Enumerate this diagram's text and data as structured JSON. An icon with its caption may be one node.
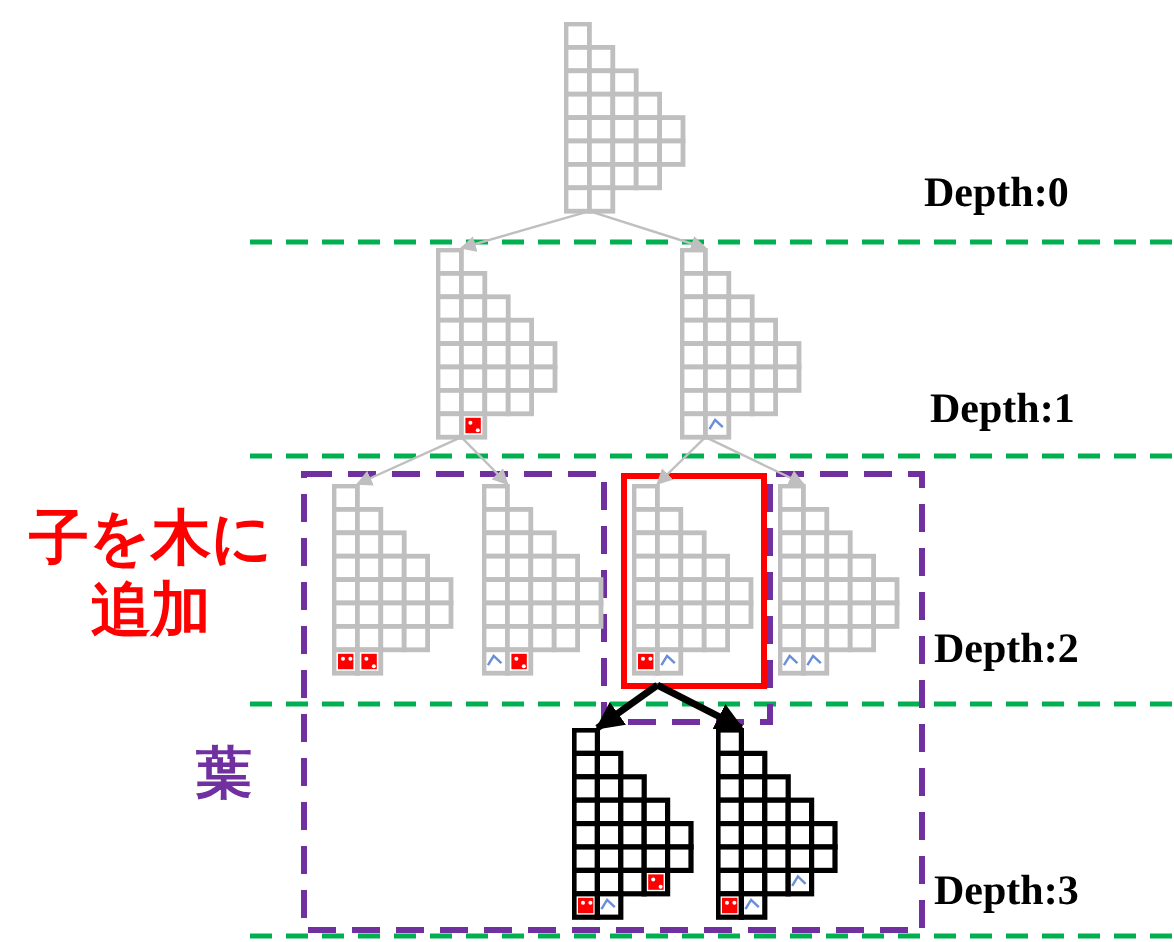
{
  "diagram": {
    "nodes": [
      {
        "text": [],
        "shape": "grid"
      },
      {
        "text": [],
        "shape": "grid"
      },
      {
        "text": [],
        "shape": "grid"
      },
      {
        "text": [],
        "shape": "grid"
      },
      {
        "text": [],
        "shape": "grid"
      },
      {
        "text": [],
        "shape": "grid"
      },
      {
        "text": [],
        "shape": "grid"
      },
      {
        "text": [],
        "shape": "grid"
      },
      {
        "text": [],
        "shape": "grid"
      }
    ],
    "edges": [
      {
        "from": 0,
        "to": 1,
        "arrow": "to"
      },
      {
        "from": 0,
        "to": 2,
        "arrow": "to"
      },
      {
        "from": 1,
        "to": 3,
        "arrow": "to"
      },
      {
        "from": 1,
        "to": 4,
        "arrow": "to"
      },
      {
        "from": 2,
        "to": 5,
        "arrow": "to"
      },
      {
        "from": 2,
        "to": 6,
        "arrow": "to"
      },
      {
        "from": 5,
        "to": 7,
        "arrow": "to",
        "style": "thick",
        "color": "#000000"
      },
      {
        "from": 5,
        "to": 8,
        "arrow": "to",
        "style": "thick",
        "color": "#000000"
      }
    ],
    "labels": [
      "Depth:0",
      "Depth:1",
      "子を木に追加",
      "Depth:2",
      "葉",
      "Depth:3"
    ]
  }
}
